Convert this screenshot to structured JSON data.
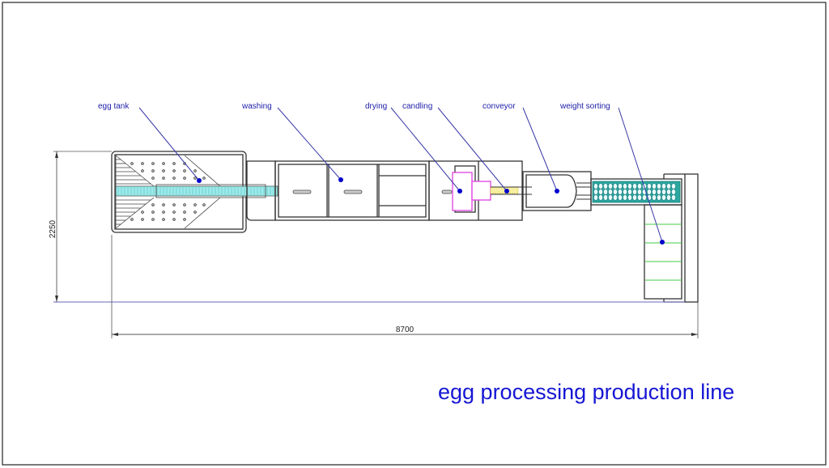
{
  "title": "egg processing production line",
  "labels": {
    "egg_tank": "egg tank",
    "washing": "washing",
    "drying": "drying",
    "candling": "candling",
    "conveyor": "conveyor",
    "weight_sorting": "weight sorting"
  },
  "dimensions": {
    "height": "2250",
    "length": "8700"
  },
  "colors": {
    "label": "#1c1ca8",
    "title": "#1616d4",
    "marker": "#0000cc",
    "tube": "#8fe6e6",
    "dryer": "#e040e0",
    "candling": "#f0e070",
    "sorting_grid": "#1a9a9a",
    "sorting_lanes": "#44cc44"
  }
}
